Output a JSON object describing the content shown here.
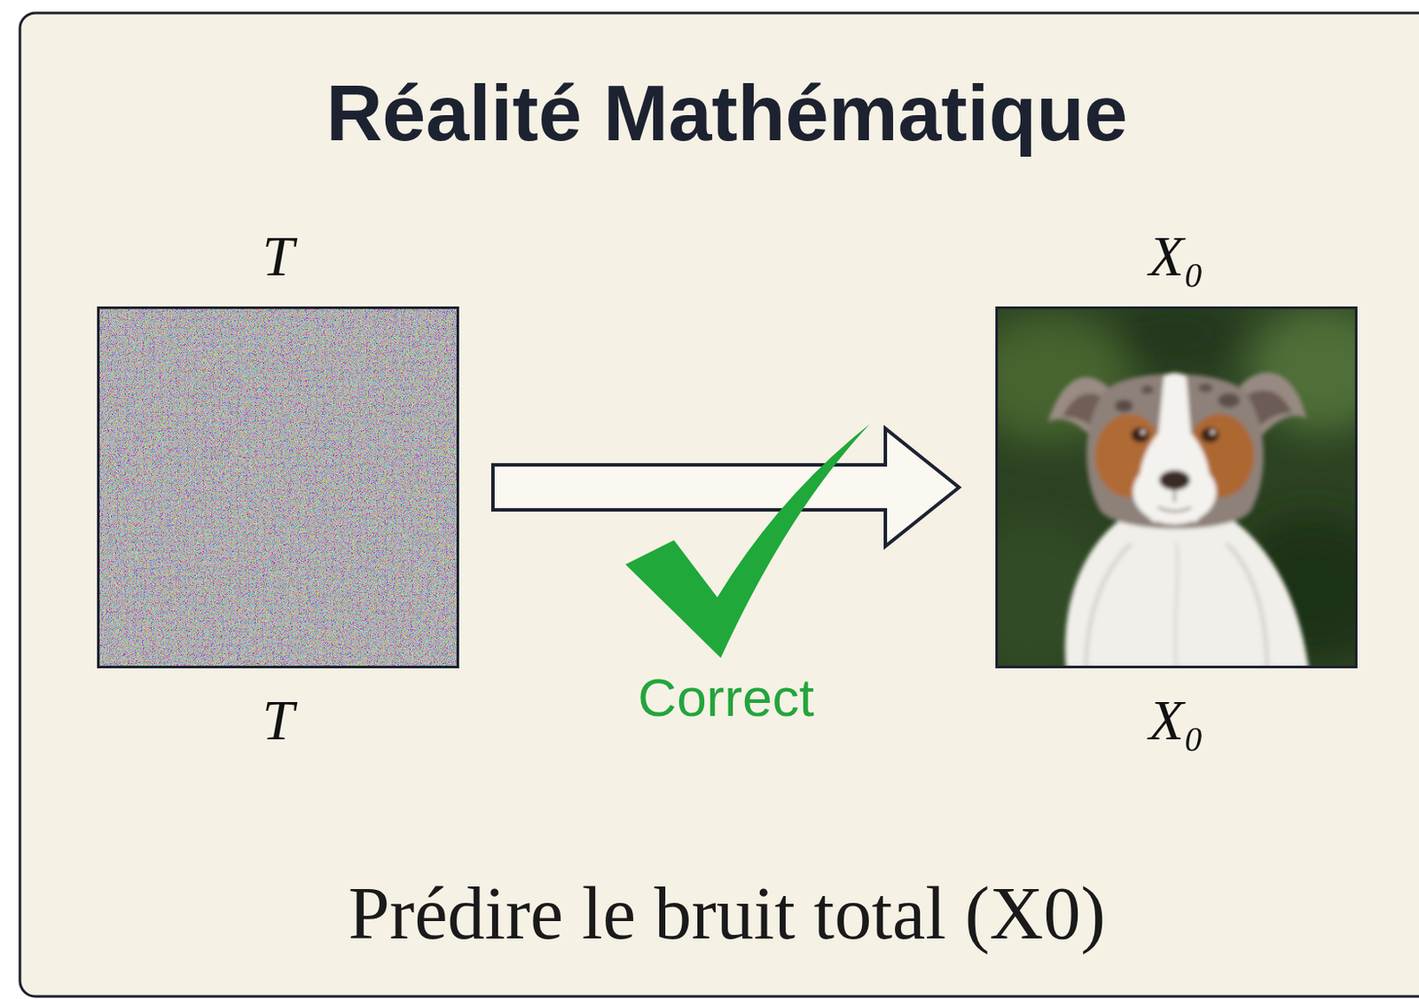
{
  "diagram": {
    "title": "Réalité Mathématique",
    "caption": "Prédire le bruit total (X0)",
    "nodes": [
      {
        "text": [
          "T",
          "T"
        ]
      },
      {
        "text": [
          "X₀",
          "X₀"
        ]
      }
    ],
    "edges": [
      {
        "from": 0,
        "to": 1,
        "arrow": "to",
        "label": "Correct"
      }
    ]
  }
}
